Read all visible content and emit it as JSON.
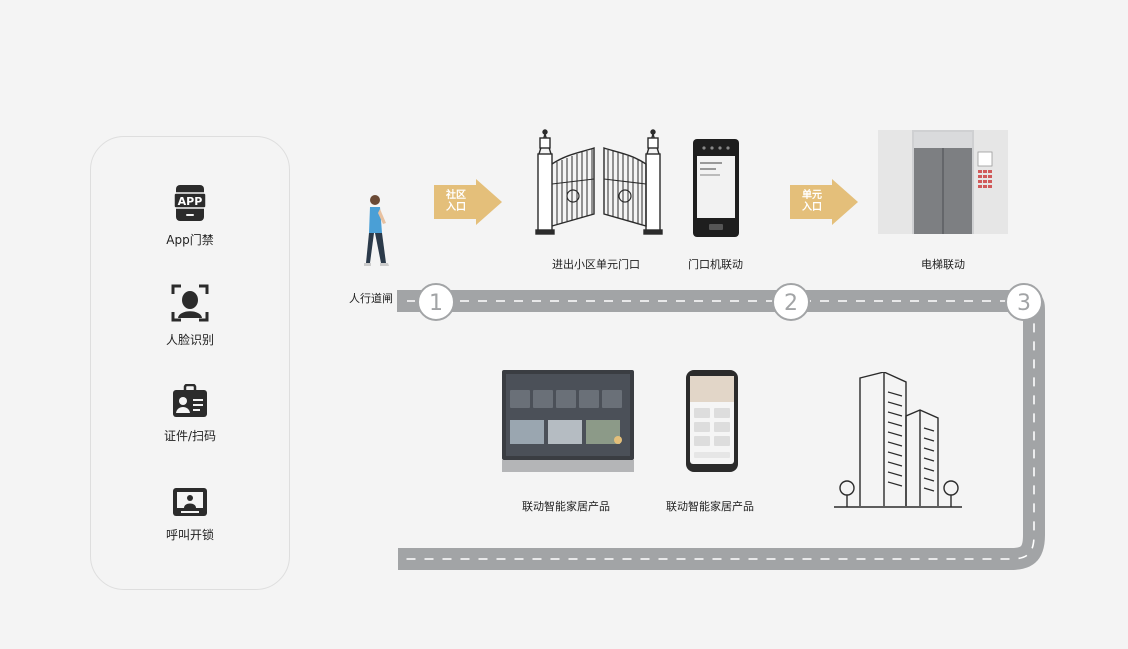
{
  "access_modes": [
    {
      "icon": "app-icon",
      "label": "App门禁",
      "icon_text": "APP"
    },
    {
      "icon": "face-recognition-icon",
      "label": "人脸识别"
    },
    {
      "icon": "id-card-icon",
      "label": "证件/扫码"
    },
    {
      "icon": "intercom-icon",
      "label": "呼叫开锁"
    }
  ],
  "flow": {
    "pedestrian_gate": "人行道闸",
    "community_entrance": "社区\n入口",
    "unit_entrance": "单元\n入口",
    "steps": [
      "1",
      "2",
      "3"
    ],
    "captions": {
      "gate": "进出小区单元门口",
      "door_station": "门口机联动",
      "elevator": "电梯联动",
      "panel": "联动智能家居产品",
      "phone": "联动智能家居产品"
    }
  },
  "colors": {
    "road": "#a2a4a6",
    "arrow": "#e4bf7a",
    "background": "#f4f4f4"
  }
}
